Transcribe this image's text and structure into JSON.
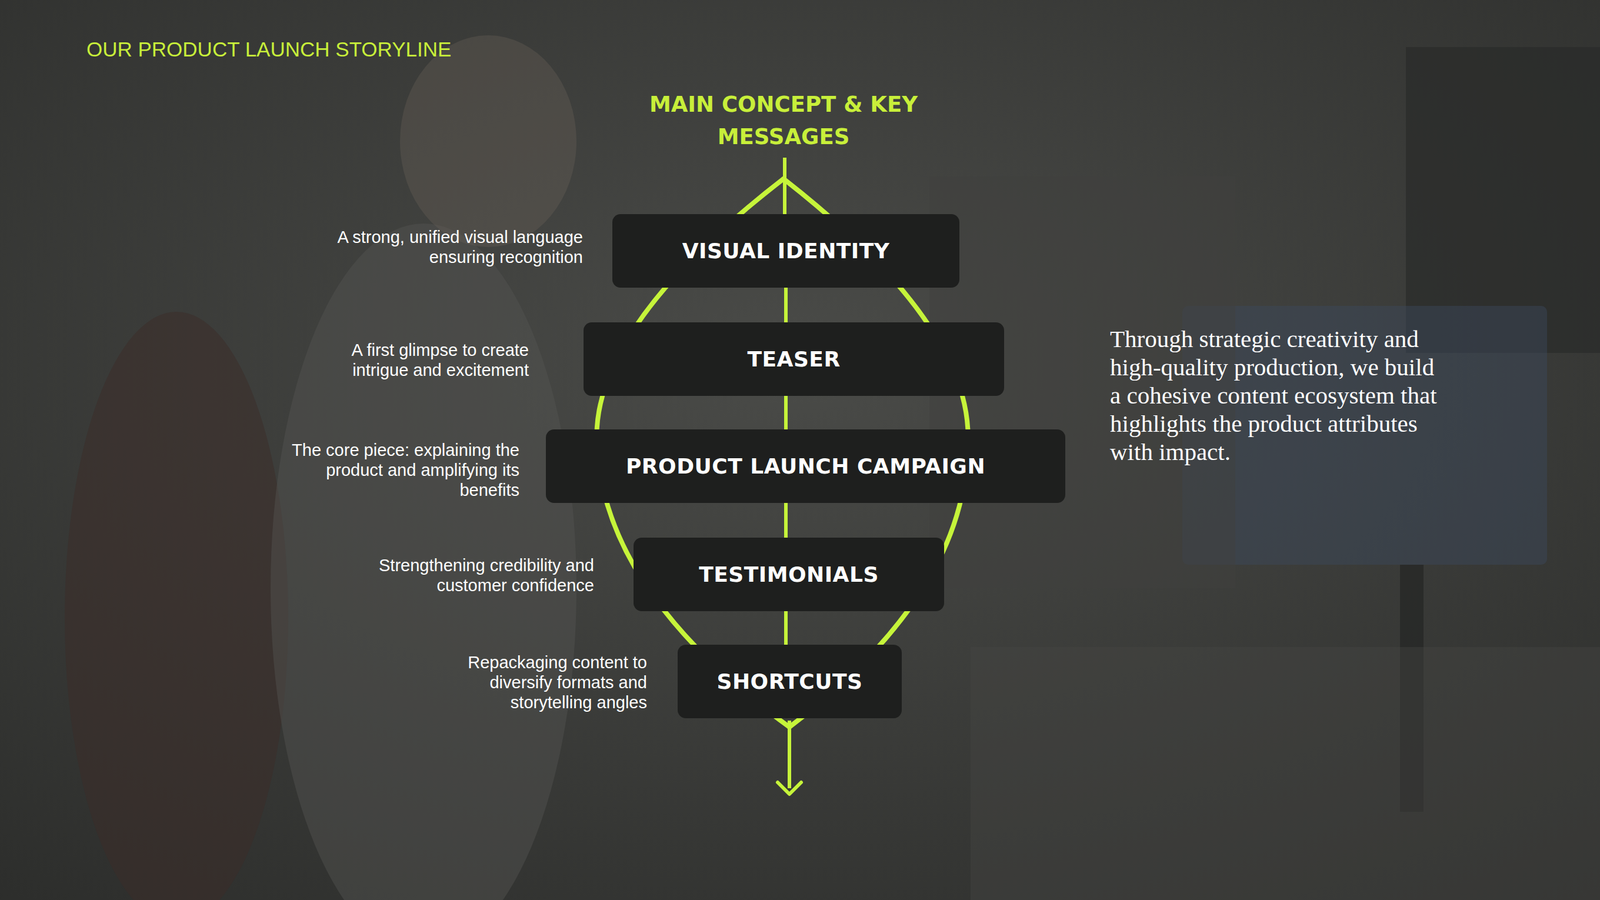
{
  "diagram": {
    "title": "OUR PRODUCT LAUNCH STORYLINE",
    "nodes": [
      {
        "text": [
          "VISUAL IDENTITY"
        ]
      },
      {
        "text": [
          "TEASER"
        ]
      },
      {
        "text": [
          "PRODUCT LAUNCH CAMPAIGN"
        ]
      },
      {
        "text": [
          "TESTIMONIALS"
        ]
      },
      {
        "text": [
          "SHORTCUTS"
        ]
      }
    ],
    "edges": [
      {
        "from": 0,
        "to": 1,
        "arrow": "none"
      },
      {
        "from": 1,
        "to": 2,
        "arrow": "none"
      },
      {
        "from": 2,
        "to": 3,
        "arrow": "none"
      },
      {
        "from": 3,
        "to": 4,
        "arrow": "none"
      }
    ],
    "labels": [
      "MAIN CONCEPT & KEY MESSAGES",
      "A strong, unified visual language ensuring recognition",
      "A first glimpse to create intrigue and excitement",
      "The core piece: explaining the product and amplifying its benefits",
      "Strengthening credibility and customer confidence",
      "Repackaging content to diversify formats and storytelling angles",
      "Through strategic creativity and high-quality production, we build a cohesive content ecosystem that highlights the product attributes with impact."
    ]
  }
}
